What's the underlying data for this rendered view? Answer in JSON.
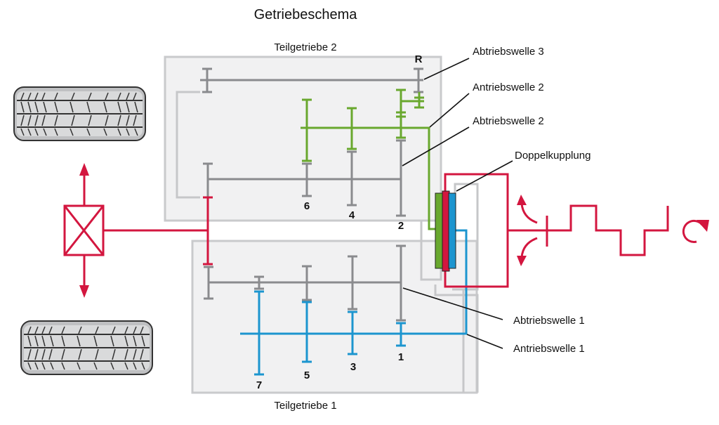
{
  "title": "Getriebeschema",
  "sub_transmissions": {
    "upper": "Teilgetriebe 2",
    "lower": "Teilgetriebe 1"
  },
  "callouts": [
    {
      "id": "abtriebswelle-3",
      "label": "Abtriebswelle 3"
    },
    {
      "id": "antriebswelle-2",
      "label": "Antriebswelle 2"
    },
    {
      "id": "abtriebswelle-2",
      "label": "Abtriebswelle 2"
    },
    {
      "id": "doppelkupplung",
      "label": "Doppelkupplung"
    },
    {
      "id": "abtriebswelle-1",
      "label": "Abtriebswelle 1"
    },
    {
      "id": "antriebswelle-1",
      "label": "Antriebswelle 1"
    }
  ],
  "gears": {
    "reverse": "R",
    "g1": "1",
    "g2": "2",
    "g3": "3",
    "g4": "4",
    "g5": "5",
    "g6": "6",
    "g7": "7"
  },
  "colors": {
    "output_shafts": "#8a8b8e",
    "input_shaft_2": "#69a82e",
    "input_shaft_1": "#1c95cf",
    "drive_path": "#d3163f",
    "housing": "#c9cacc"
  }
}
